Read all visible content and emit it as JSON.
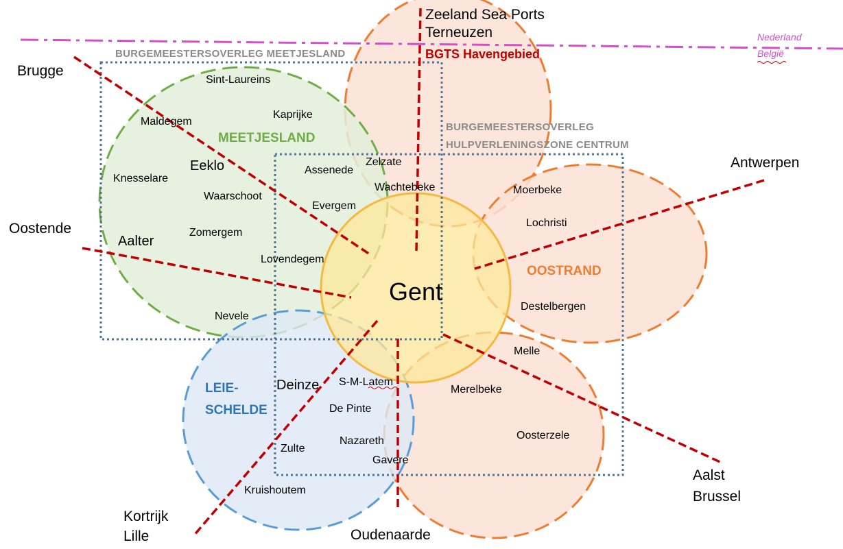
{
  "colors": {
    "meetjesland": "#70ad47",
    "meetjesland_fill": "#e2efd9",
    "oostrand": "#ed7d31",
    "oostrand_fill": "#fbe0d3",
    "leieschelde": "#5b9bd5",
    "leieschelde_fill": "#dde8f5",
    "gent": "#f4b942",
    "gent_fill": "#fde79a",
    "dotted_box": "#4e7496",
    "red_line": "#c00000",
    "border_line": "#d24fc8",
    "overleg_text": "#8a8a8a"
  },
  "border": {
    "nl": "Nederland",
    "be": "België"
  },
  "overleg": {
    "meetjesland": "BURGEMEESTERSOVERLEG MEETJESLAND",
    "centrum_1": "BURGEMEESTERSOVERLEG",
    "centrum_2": "HULPVERLENINGSZONE CENTRUM"
  },
  "external": {
    "zeeland_1": "Zeeland Sea Ports",
    "zeeland_2": "Terneuzen",
    "bgts": "BGTS Havengebied",
    "brugge": "Brugge",
    "oostende": "Oostende",
    "antwerpen": "Antwerpen",
    "aalst": "Aalst",
    "brussel": "Brussel",
    "kortrijk": "Kortrijk",
    "lille": "Lille",
    "oudenaarde": "Oudenaarde"
  },
  "regions": {
    "meetjesland": "MEETJESLAND",
    "oostrand": "OOSTRAND",
    "leieschelde_1": "LEIE-",
    "leieschelde_2": "SCHELDE",
    "gent": "Gent"
  },
  "municipalities": {
    "sint_laureins": "Sint-Laureins",
    "kaprijke": "Kaprijke",
    "maldegem": "Maldegem",
    "eeklo": "Eeklo",
    "knesselare": "Knesselare",
    "waarschoot": "Waarschoot",
    "assenede": "Assenede",
    "zelzate": "Zelzate",
    "wachtebeke": "Wachtebeke",
    "evergem": "Evergem",
    "zomergem": "Zomergem",
    "aalter": "Aalter",
    "lovendegem": "Lovendegem",
    "nevele": "Nevele",
    "moerbeke": "Moerbeke",
    "lochristi": "Lochristi",
    "destelbergen": "Destelbergen",
    "melle": "Melle",
    "merelbeke": "Merelbeke",
    "oosterzele": "Oosterzele",
    "deinze": "Deinze",
    "s_m_latem": "S-M-Latem",
    "de_pinte": "De Pinte",
    "nazareth": "Nazareth",
    "gavere": "Gavere",
    "zulte": "Zulte",
    "kruishoutem": "Kruishoutem"
  }
}
